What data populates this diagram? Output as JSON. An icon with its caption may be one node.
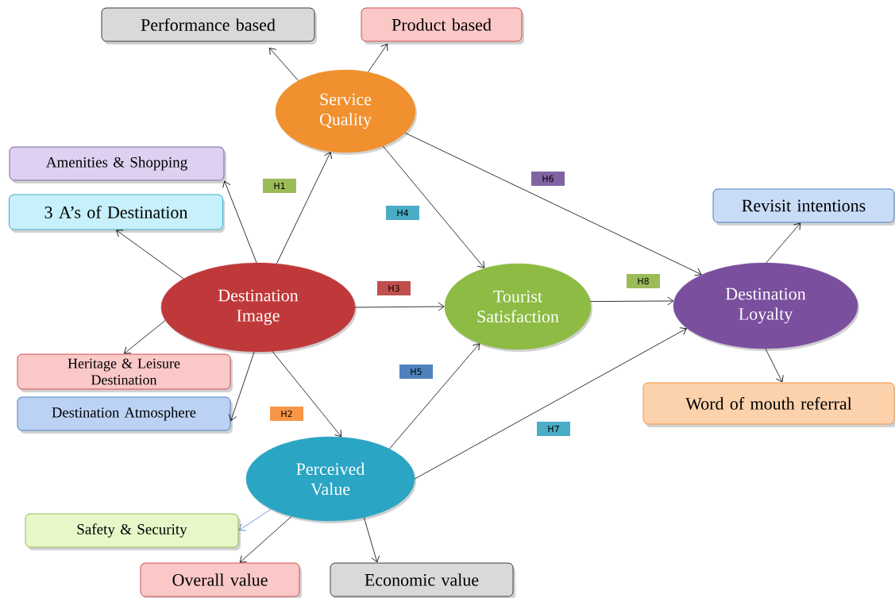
{
  "diagram": {
    "nodes": [
      {
        "text": [
          "Performance based"
        ]
      },
      {
        "text": [
          "Product based"
        ]
      },
      {
        "text": [
          "Service Quality"
        ]
      },
      {
        "text": [
          "Amenities & Shopping"
        ]
      },
      {
        "text": [
          "3 A’s of Destination"
        ]
      },
      {
        "text": [
          "Destination Image"
        ]
      },
      {
        "text": [
          "Tourist Satisfaction"
        ]
      },
      {
        "text": [
          "Revisit intentions"
        ]
      },
      {
        "text": [
          "Destination Loyalty"
        ]
      },
      {
        "text": [
          "Heritage & Leisure Destination"
        ]
      },
      {
        "text": [
          "Destination Atmosphere"
        ]
      },
      {
        "text": [
          "Word of mouth referral"
        ]
      },
      {
        "text": [
          "Perceived Value"
        ]
      },
      {
        "text": [
          "Safety & Security"
        ]
      },
      {
        "text": [
          "Overall value"
        ]
      },
      {
        "text": [
          "Economic value"
        ]
      }
    ],
    "edges": [
      {
        "from": 2,
        "to": 0,
        "arrow": "to"
      },
      {
        "from": 2,
        "to": 1,
        "arrow": "to"
      },
      {
        "from": 5,
        "to": 2,
        "arrow": "to",
        "label": "H1"
      },
      {
        "from": 5,
        "to": 3,
        "arrow": "to"
      },
      {
        "from": 5,
        "to": 4,
        "arrow": "to"
      },
      {
        "from": 5,
        "to": 9,
        "arrow": "to"
      },
      {
        "from": 5,
        "to": 10,
        "arrow": "to"
      },
      {
        "from": 5,
        "to": 12,
        "arrow": "to",
        "label": "H2"
      },
      {
        "from": 5,
        "to": 6,
        "arrow": "to",
        "label": "H3"
      },
      {
        "from": 2,
        "to": 6,
        "arrow": "to",
        "label": "H4"
      },
      {
        "from": 12,
        "to": 6,
        "arrow": "to",
        "label": "H5"
      },
      {
        "from": 2,
        "to": 8,
        "arrow": "to",
        "label": "H6"
      },
      {
        "from": 12,
        "to": 8,
        "arrow": "to",
        "label": "H7"
      },
      {
        "from": 6,
        "to": 8,
        "arrow": "to",
        "label": "H8"
      },
      {
        "from": 8,
        "to": 7,
        "arrow": "to"
      },
      {
        "from": 8,
        "to": 11,
        "arrow": "to"
      },
      {
        "from": 12,
        "to": 13,
        "arrow": "to",
        "color": "#4f81bd"
      },
      {
        "from": 12,
        "to": 14,
        "arrow": "to"
      },
      {
        "from": 12,
        "to": 15,
        "arrow": "to"
      }
    ]
  }
}
